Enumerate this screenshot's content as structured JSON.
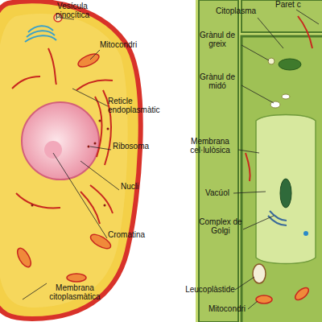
{
  "diagram": {
    "labels": [
      "Vesícula pinocítica",
      "Mitocondri",
      "Reticle endoplasmàtic",
      "Ribosoma",
      "Nucli",
      "Cromatina",
      "Membrana citoplasmàtica",
      "Citoplasma",
      "Paret c",
      "Grànul de greix",
      "Grànul de midó",
      "Membrana cel·lulòsica",
      "Vacúol",
      "Complex de Golgi",
      "Leucoplàstide",
      "Mitocondri"
    ]
  }
}
